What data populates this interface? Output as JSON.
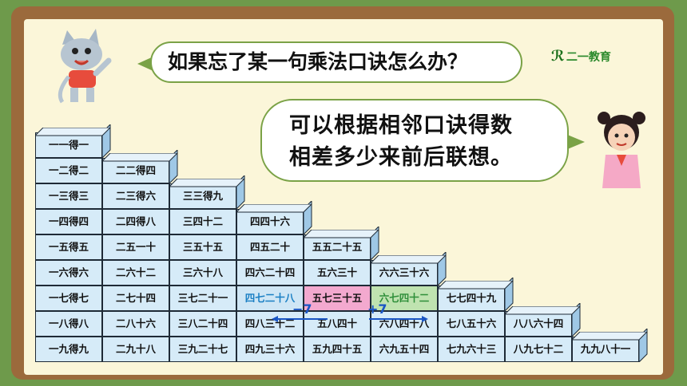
{
  "question": "如果忘了某一句乘法口诀怎么办？",
  "answer_line1": "可以根据相邻口诀得数",
  "answer_line2": "相差多少来前后联想。",
  "logo_text": "二一教育",
  "table": [
    [
      "一一得一"
    ],
    [
      "一二得二",
      "二二得四"
    ],
    [
      "一三得三",
      "二三得六",
      "三三得九"
    ],
    [
      "一四得四",
      "二四得八",
      "三四十二",
      "四四十六"
    ],
    [
      "一五得五",
      "二五一十",
      "三五十五",
      "四五二十",
      "五五二十五"
    ],
    [
      "一六得六",
      "二六十二",
      "三六十八",
      "四六二十四",
      "五六三十",
      "六六三十六"
    ],
    [
      "一七得七",
      "二七十四",
      "三七二十一",
      "四七二十八",
      "五七三十五",
      "六七四十二",
      "七七四十九"
    ],
    [
      "一八得八",
      "二八十六",
      "三八二十四",
      "四八三十二",
      "五八四十",
      "六八四十八",
      "七八五十六",
      "八八六十四"
    ],
    [
      "一九得九",
      "二九十八",
      "三九二十七",
      "四九三十六",
      "五九四十五",
      "六九五十四",
      "七九六十三",
      "八九七十二",
      "九九八十一"
    ]
  ],
  "annotations": {
    "minus": "−7",
    "plus": "+7"
  },
  "colors": {
    "highlight_blue_text": "#1a7fc4",
    "highlight_pink": "#f3a9cf",
    "highlight_green": "#bfe3b0"
  }
}
